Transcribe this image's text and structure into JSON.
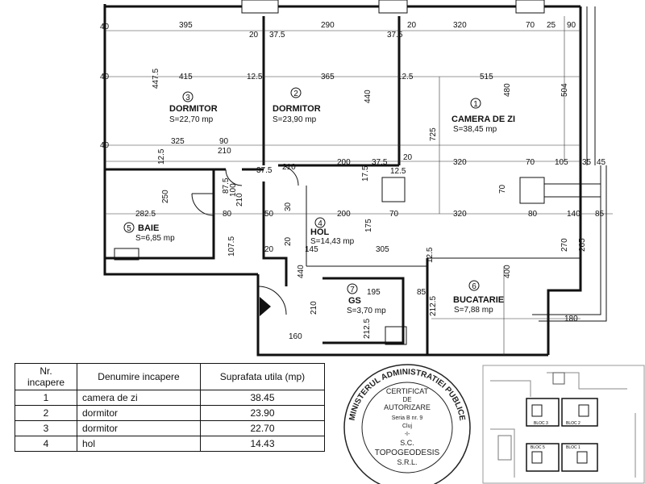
{
  "rooms": [
    {
      "nr": "1",
      "name": "CAMERA DE ZI",
      "area": "S=38,45 mp"
    },
    {
      "nr": "2",
      "name": "DORMITOR",
      "area": "S=23,90 mp"
    },
    {
      "nr": "3",
      "name": "DORMITOR",
      "area": "S=22,70 mp"
    },
    {
      "nr": "4",
      "name": "HOL",
      "area": "S=14,43 mp"
    },
    {
      "nr": "5",
      "name": "BAIE",
      "area": "S=6,85 mp"
    },
    {
      "nr": "6",
      "name": "BUCATARIE",
      "area": "S=7,88 mp"
    },
    {
      "nr": "7",
      "name": "GS",
      "area": "S=3,70 mp"
    }
  ],
  "dimensions": {
    "d395": "395",
    "d20a": "20",
    "d37_5a": "37.5",
    "d290": "290",
    "d37_5b": "37.5",
    "d20b": "20",
    "d320a": "320",
    "d70a": "70",
    "d25": "25",
    "d90a": "90",
    "d40a": "40",
    "d40b": "40",
    "d40c": "40",
    "d415": "415",
    "d12_5a": "12.5",
    "d365": "365",
    "d12_5b": "12.5",
    "d515": "515",
    "d447_5": "447.5",
    "d440": "440",
    "d480": "480",
    "d504": "504",
    "d725": "725",
    "d325": "325",
    "d90b": "90",
    "d210a": "210",
    "d12_5c": "12.5",
    "d37_5c": "37.5",
    "d210b": "210",
    "d200a": "200",
    "d37_5d": "37.5",
    "d20c": "20",
    "d320b": "320",
    "d70b": "70",
    "d105": "105",
    "d35": "35",
    "d45": "45",
    "d17_5": "17.5",
    "d12_5d": "12.5",
    "d250": "250",
    "d282_5": "282.5",
    "d80": "80",
    "d210c": "210",
    "d100": "100",
    "d87_5": "87.5",
    "d50": "50",
    "d30": "30",
    "d200b": "200",
    "d70c": "70",
    "d320c": "320",
    "d80b": "80",
    "d140": "140",
    "d85a": "85",
    "d175": "175",
    "d107_5": "107.5",
    "d20d": "20",
    "d20e": "20",
    "d145": "145",
    "d305": "305",
    "d12_5e": "12.5",
    "d270": "270",
    "d265": "265",
    "d440b": "440",
    "d210d": "210",
    "d195": "195",
    "d85b": "85",
    "d400": "400",
    "d212_5a": "212.5",
    "d212_5b": "212.5",
    "d160": "160",
    "d180": "180",
    "d70d": "70"
  },
  "legend": {
    "col_nr": "Nr. incapere",
    "col_name": "Denumire incapere",
    "col_area": "Suprafata utila (mp)",
    "rows": [
      {
        "nr": "1",
        "name": "camera de zi",
        "area": "38.45"
      },
      {
        "nr": "2",
        "name": "dormitor",
        "area": "23.90"
      },
      {
        "nr": "3",
        "name": "dormitor",
        "area": "22.70"
      },
      {
        "nr": "4",
        "name": "hol",
        "area": "14.43"
      }
    ]
  },
  "stamp": {
    "ring_text": "MINISTERUL ADMINISTRATIEI PUBLICE",
    "line1": "CERTIFICAT",
    "line2": "DE",
    "line3": "AUTORIZARE",
    "line4": "Seria B nr. 9",
    "line5": "Cluj",
    "line6": "-I-",
    "line7": "S.C.",
    "line8": "TOPOGEODESIS",
    "line9": "S.R.L."
  },
  "siteplan": {
    "labels": [
      "BLOC 3",
      "BLOC 2",
      "BLOC 5",
      "BLOC 1"
    ]
  }
}
